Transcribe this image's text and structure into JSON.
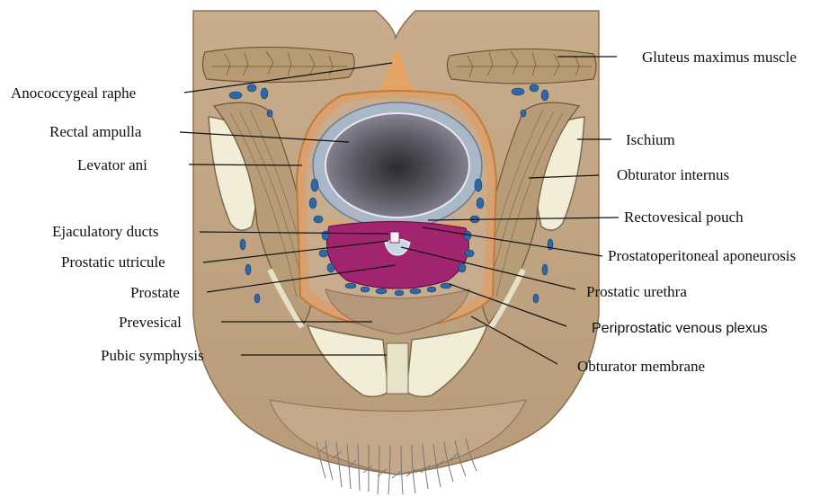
{
  "labels_left": [
    "Anococcygeal raphe",
    "Rectal ampulla",
    "Levator ani",
    "Ejaculatory ducts",
    "Prostatic utricule",
    "Prostate",
    "Prevesical",
    "Pubic symphysis"
  ],
  "labels_right": [
    "Gluteus maximus muscle",
    "Ischium",
    "Obturator internus",
    "Rectovesical pouch",
    "Prostatoperitoneal aponeurosis",
    "Prostatic urethra",
    "Periprostatic venous plexus",
    "Obturator membrane"
  ],
  "colors": {
    "tissue": "#cdb394",
    "tissue_dark": "#a98a67",
    "muscle": "#bda27c",
    "fascia": "#e9a25e",
    "bone": "#f2edd6",
    "rectum_wall": "#a9b7c9",
    "rectum_lumen": "#3a3a44",
    "prostate": "#a0256e",
    "veins": "#2e68a8",
    "hair": "#777777"
  }
}
